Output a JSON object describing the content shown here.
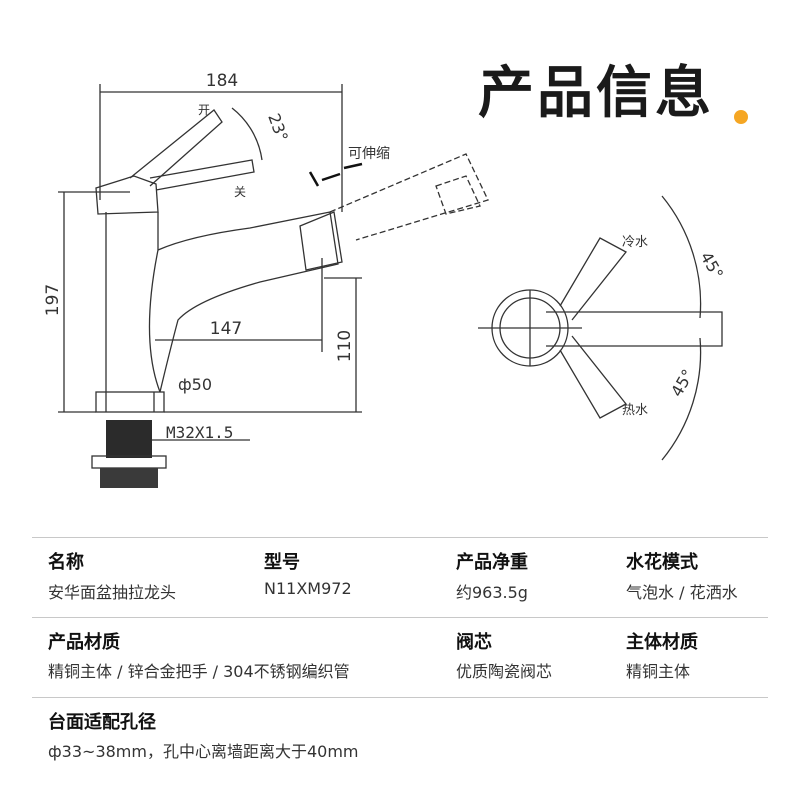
{
  "header": {
    "title": "产品信息"
  },
  "accent_color": "#f5a623",
  "drawing": {
    "dim_width": "184",
    "dim_height": "197",
    "dim_reach": "147",
    "dim_outlet_height": "110",
    "dim_base": "ф50",
    "dim_thread": "M32X1.5",
    "lever_angle": "23°",
    "label_open": "开",
    "label_close": "关",
    "label_retractable": "可伸缩",
    "label_cold": "冷水",
    "label_hot": "热水",
    "angle_cold": "45°",
    "angle_hot": "45°"
  },
  "specs": {
    "name_label": "名称",
    "name_value": "安华面盆抽拉龙头",
    "model_label": "型号",
    "model_value": "N11XM972",
    "weight_label": "产品净重",
    "weight_value": "约963.5g",
    "spray_label": "水花模式",
    "spray_value": "气泡水 / 花洒水",
    "material_label": "产品材质",
    "material_value": "精铜主体 / 锌合金把手 / 304不锈钢编织管",
    "cartridge_label": "阀芯",
    "cartridge_value": "优质陶瓷阀芯",
    "body_label": "主体材质",
    "body_value": "精铜主体",
    "hole_label": "台面适配孔径",
    "hole_value": "ф33~38mm，孔中心离墙距离大于40mm"
  }
}
